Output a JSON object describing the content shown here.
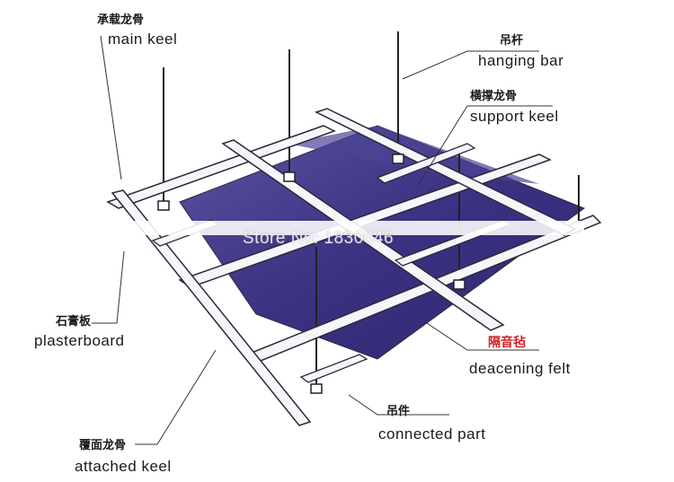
{
  "labels": {
    "main_keel_cn": "承载龙骨",
    "main_keel_en": "main keel",
    "hanging_bar_cn": "吊杆",
    "hanging_bar_en": "hanging bar",
    "support_keel_cn": "横撑龙骨",
    "support_keel_en": "support keel",
    "plasterboard_cn": "石膏板",
    "plasterboard_en": "plasterboard",
    "deacening_felt_cn": "隔音毡",
    "deacening_felt_en": "deacening felt",
    "connected_part_cn": "吊件",
    "connected_part_en": "connected part",
    "attached_keel_cn": "覆面龙骨",
    "attached_keel_en": "attached keel"
  },
  "watermark": "Store No: 1830046",
  "colors": {
    "board": "#3d3580",
    "board_light": "#6a64a8",
    "keel_fill": "#f6f6fa",
    "keel_stroke": "#2a2a3a",
    "leader": "#333333",
    "highlight": "#d22020"
  }
}
